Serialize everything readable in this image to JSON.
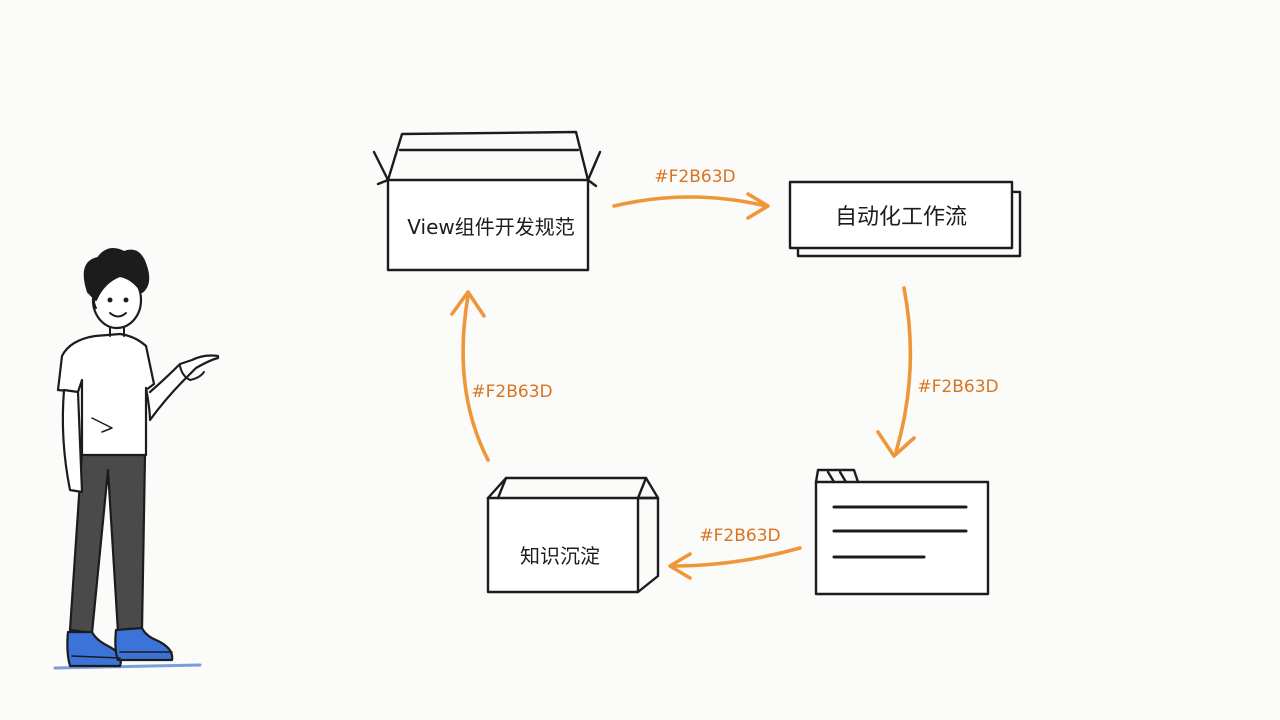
{
  "diagram": {
    "nodes": [
      {
        "id": "view-spec",
        "label": "View组件开发规范",
        "icon": "open-box-icon"
      },
      {
        "id": "automation",
        "label": "自动化工作流",
        "icon": "stacked-card-icon"
      },
      {
        "id": "document",
        "label": "",
        "icon": "folder-document-icon"
      },
      {
        "id": "knowledge",
        "label": "知识沉淀",
        "icon": "closed-box-icon"
      }
    ],
    "edges": [
      {
        "from": "view-spec",
        "to": "automation",
        "label": "#F2B63D"
      },
      {
        "from": "automation",
        "to": "document",
        "label": "#F2B63D"
      },
      {
        "from": "document",
        "to": "knowledge",
        "label": "#F2B63D"
      },
      {
        "from": "knowledge",
        "to": "view-spec",
        "label": "#F2B63D"
      }
    ],
    "colors": {
      "arrow": "#F0963A",
      "arrow_label": "#D9741E",
      "ink": "#1c1c1c",
      "shoe": "#3B73D9",
      "pants": "#4a4a4a",
      "skin": "#ffffff"
    },
    "character": {
      "icon": "pointing-person-icon"
    }
  }
}
